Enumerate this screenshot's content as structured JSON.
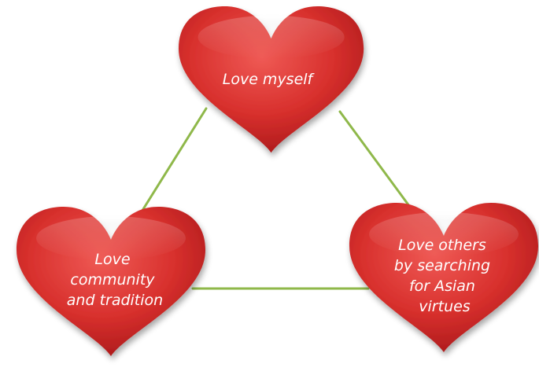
{
  "diagram": {
    "connector_color": "#8fb84a",
    "heart_color": "#d8302d",
    "hearts": [
      {
        "lines": [
          "Love myself"
        ]
      },
      {
        "lines": [
          "Love",
          "community",
          "and tradition"
        ]
      },
      {
        "lines": [
          "Love others",
          "by searching",
          "for Asian",
          "virtues"
        ]
      }
    ]
  }
}
